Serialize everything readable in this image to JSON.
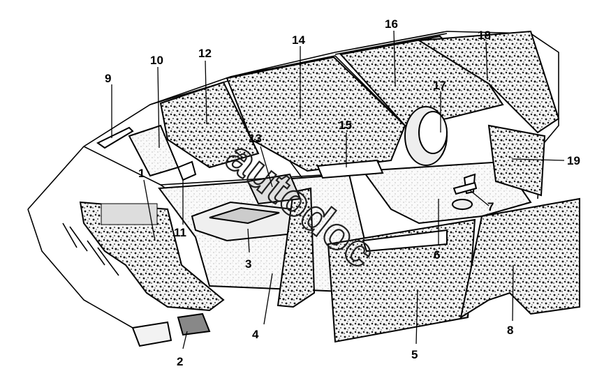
{
  "watermark": "autodoc",
  "callouts": {
    "c1": "1",
    "c2": "2",
    "c3": "3",
    "c4": "4",
    "c5": "5",
    "c6": "6",
    "c7": "7",
    "c8": "8",
    "c9": "9",
    "c10": "10",
    "c11": "11",
    "c12": "12",
    "c13": "13",
    "c14": "14",
    "c15": "15",
    "c16": "16",
    "c17": "17",
    "c18": "18",
    "c19": "19"
  },
  "colors": {
    "line": "#000000",
    "background": "#ffffff",
    "panel_fill": "#bdbdbd",
    "floor_fill": "#e6e6e6"
  }
}
